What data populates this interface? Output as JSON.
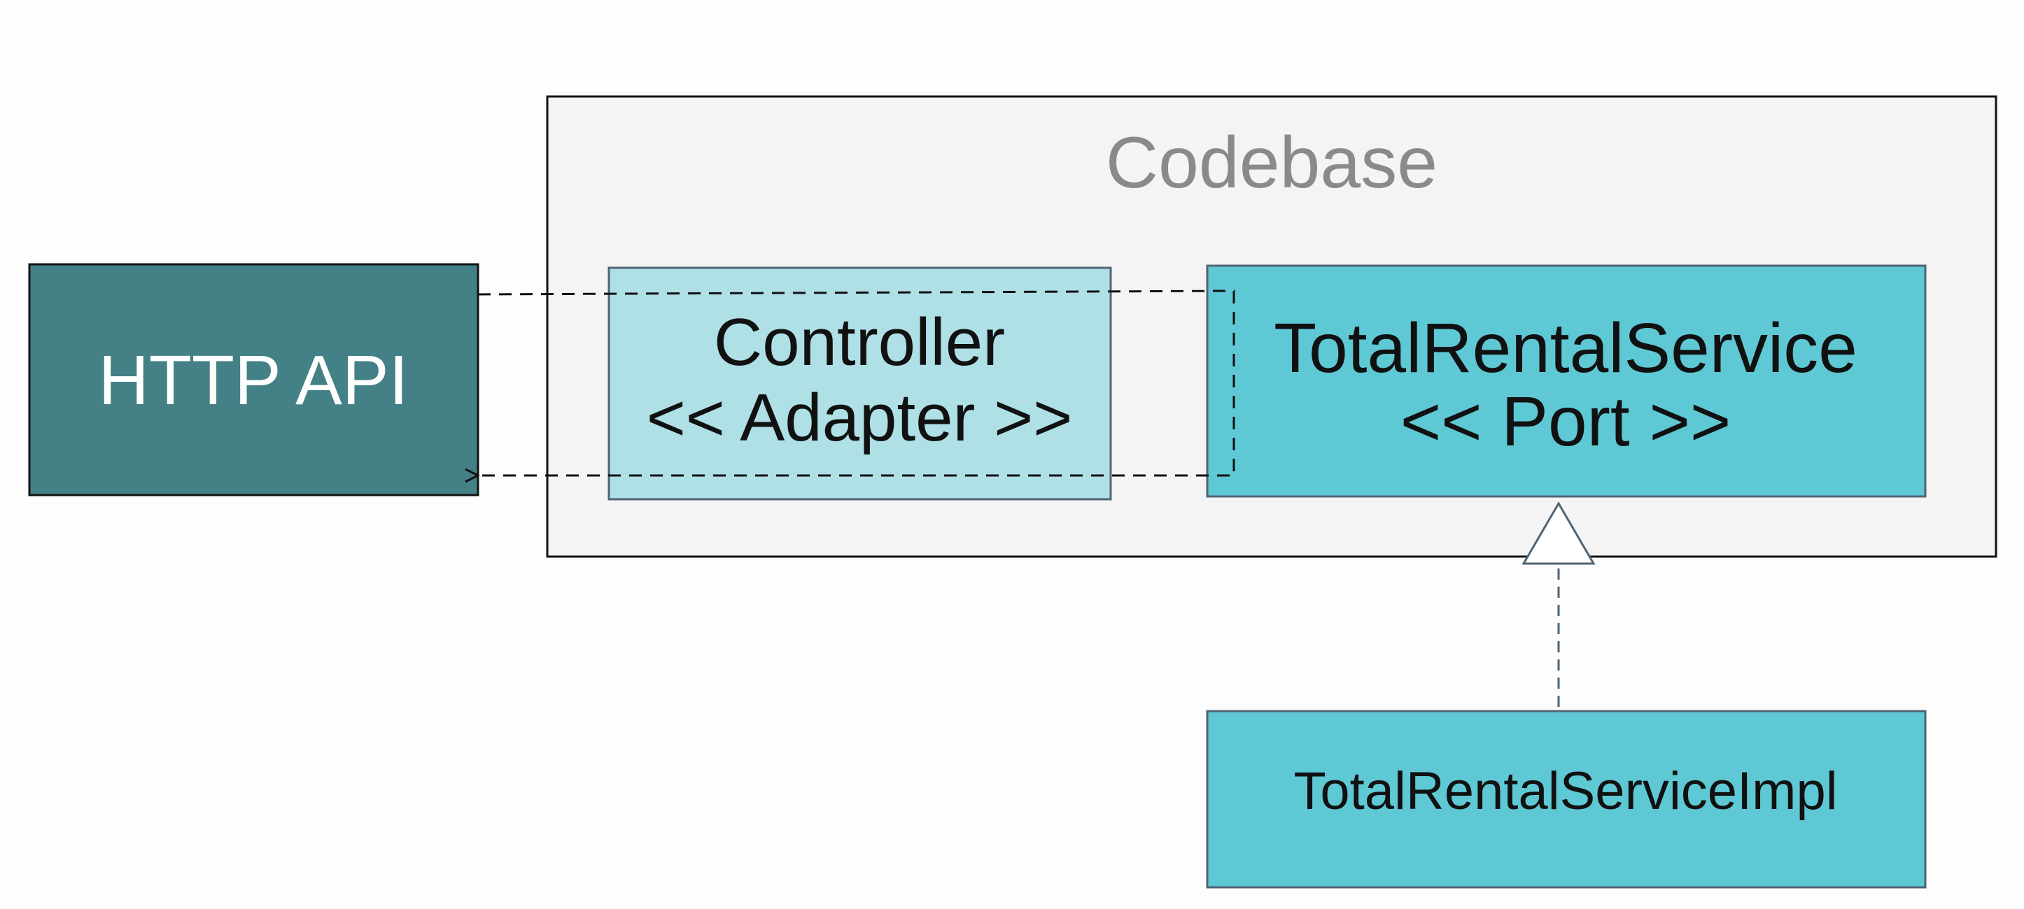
{
  "diagram": {
    "container": {
      "title": "Codebase"
    },
    "nodes": {
      "http_api": {
        "label": "HTTP API"
      },
      "controller": {
        "line1": "Controller",
        "line2": "<< Adapter >>"
      },
      "port": {
        "line1": "TotalRentalService",
        "line2": "<< Port >>"
      },
      "impl": {
        "label": "TotalRentalServiceImpl"
      }
    }
  },
  "colors": {
    "background": "#fdfdfd",
    "container_fill": "#f4f4f4",
    "container_title": "#8a8a8a",
    "http_api_fill": "#448187",
    "controller_fill": "#aee0e6",
    "port_fill": "#5fc8d5",
    "impl_fill": "#5fc8d5",
    "node_border": "#4f6474",
    "line_dark": "#111111"
  }
}
